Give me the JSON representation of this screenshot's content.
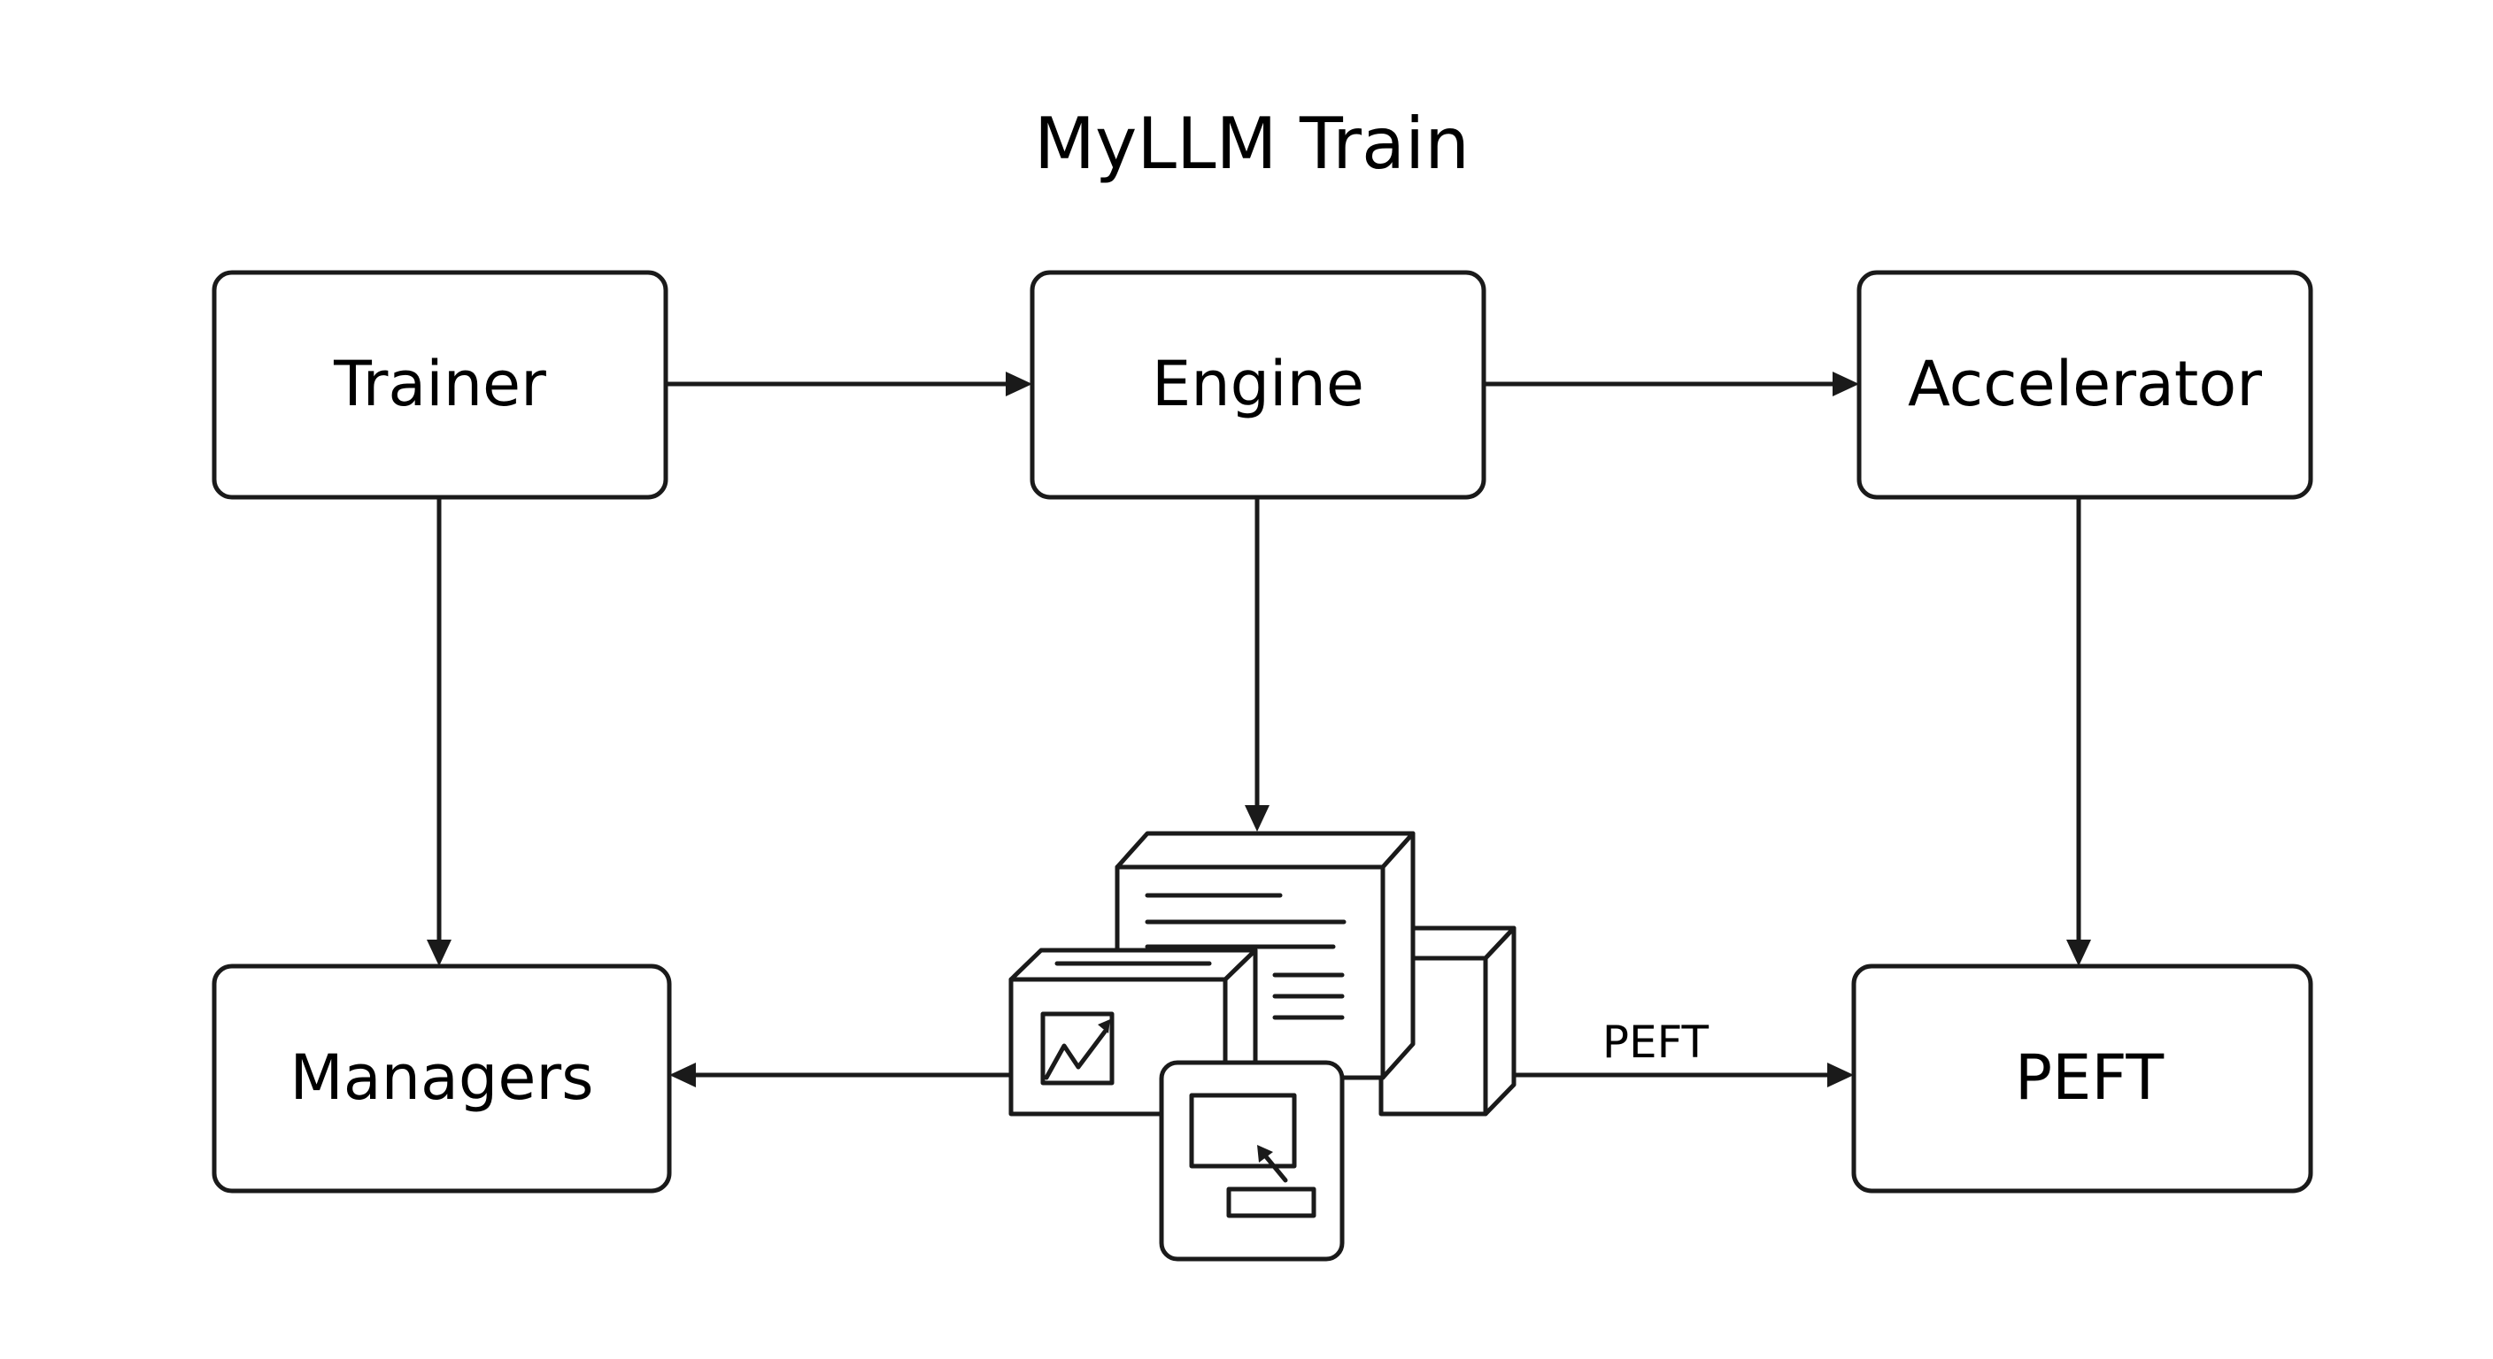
{
  "title": "MyLLM Train",
  "nodes": {
    "trainer": "Trainer",
    "engine": "Engine",
    "accelerator": "Accelerator",
    "managers": "Managers",
    "peft": "PEFT"
  },
  "edges": {
    "components_to_peft_label": "PEFT"
  },
  "icons": {
    "center_cluster": [
      "document-stack-icon",
      "chart-window-icon",
      "monitor-cursor-icon"
    ]
  },
  "colors": {
    "stroke": "#1a1a1a",
    "background": "#ffffff"
  }
}
